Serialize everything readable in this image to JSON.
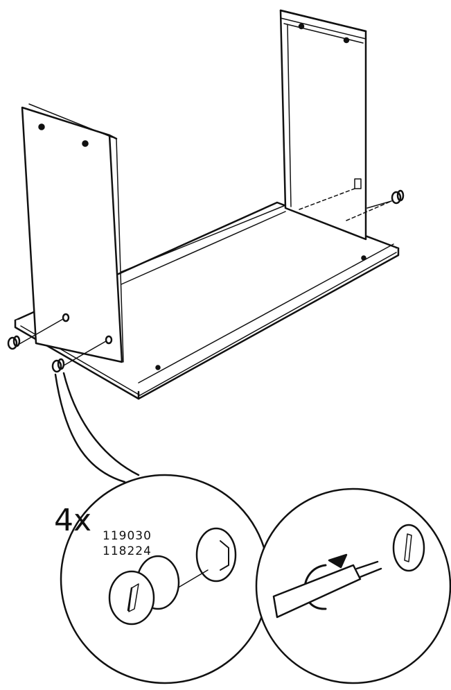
{
  "instruction": {
    "quantity_label": "4x",
    "part_numbers": [
      "119030",
      "118224"
    ]
  }
}
